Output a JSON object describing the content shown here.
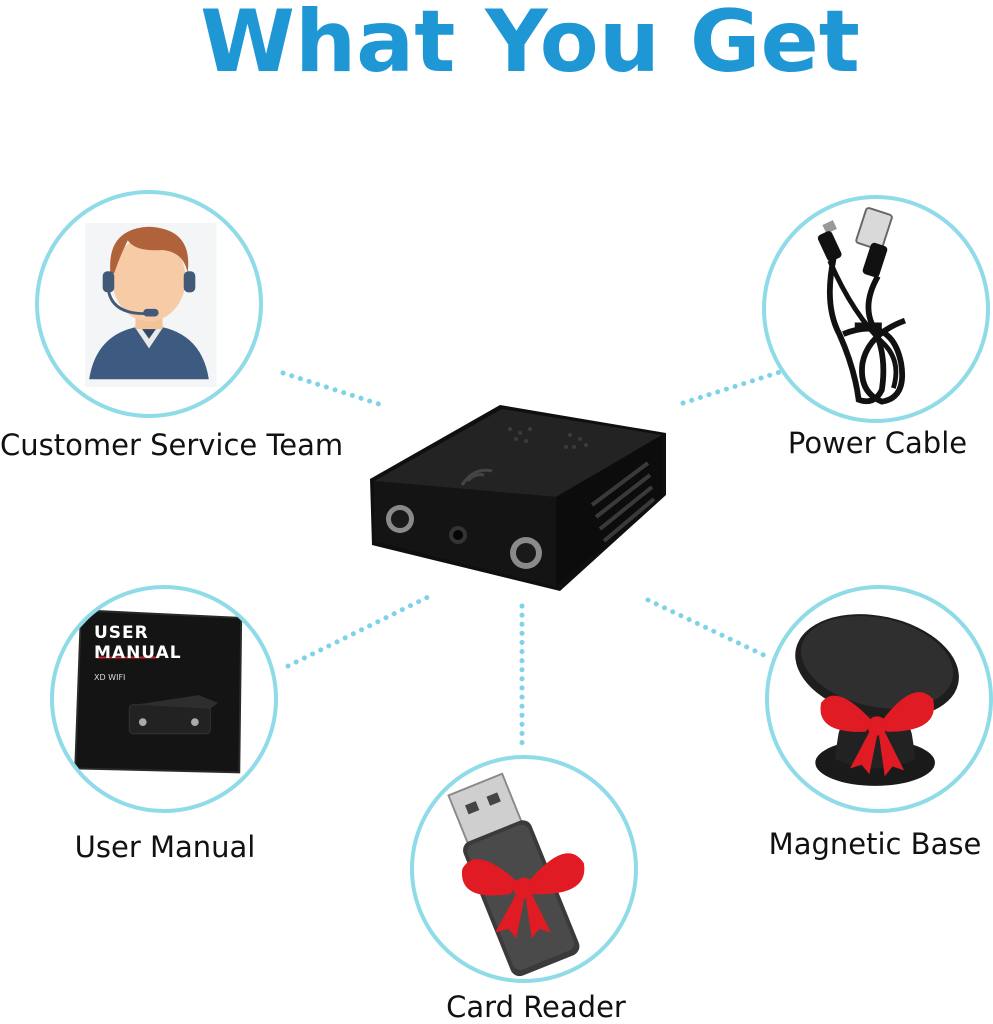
{
  "title": "What You Get",
  "colors": {
    "title": "#1f97d4",
    "circle_border": "#8fdbe8",
    "dots": "#7fd3e6",
    "bow": "#e01b24",
    "device": "#161616"
  },
  "items": [
    {
      "label": "Customer Service Team",
      "icon": "customer-service-agent-icon"
    },
    {
      "label": "Power Cable",
      "icon": "usb-cable-icon"
    },
    {
      "label": "User Manual",
      "icon": "user-manual-booklet-icon"
    },
    {
      "label": "Magnetic Base",
      "icon": "magnetic-base-icon"
    },
    {
      "label": "Card Reader",
      "icon": "card-reader-icon"
    }
  ],
  "manual": {
    "title_line1": "USER",
    "title_line2": "MANUAL",
    "subtitle": "XD WIFI"
  },
  "product_icon": "mini-camera-icon"
}
